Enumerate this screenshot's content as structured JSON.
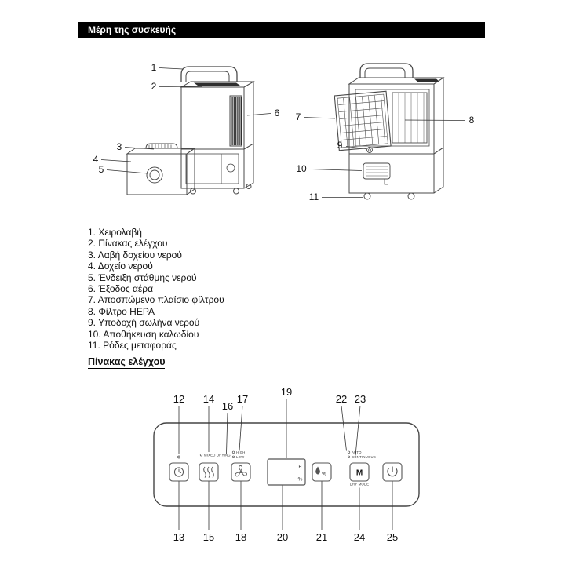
{
  "header": {
    "title": "Μέρη της συσκευής"
  },
  "parts": [
    {
      "num": "1.",
      "label": "Χειρολαβή"
    },
    {
      "num": "2.",
      "label": "Πίνακας ελέγχου"
    },
    {
      "num": "3.",
      "label": "Λαβή δοχείου νερού"
    },
    {
      "num": "4.",
      "label": "Δοχείο νερού"
    },
    {
      "num": "5.",
      "label": "Ένδειξη στάθμης νερού"
    },
    {
      "num": "6.",
      "label": "Έξοδος αέρα"
    },
    {
      "num": "7.",
      "label": "Αποσπώμενο πλαίσιο φίλτρου"
    },
    {
      "num": "8.",
      "label": "Φίλτρο HEPA"
    },
    {
      "num": "9.",
      "label": "Υποδοχή σωλήνα νερού"
    },
    {
      "num": "10.",
      "label": "Αποθήκευση καλωδίου"
    },
    {
      "num": "11.",
      "label": "Ρόδες μεταφοράς"
    }
  ],
  "diagram": {
    "front_callouts": {
      "c1": "1",
      "c2": "2",
      "c3": "3",
      "c4": "4",
      "c5": "5",
      "c6": "6"
    },
    "back_callouts": {
      "c7": "7",
      "c8": "8",
      "c9": "9",
      "c10": "10",
      "c11": "11"
    }
  },
  "control_panel": {
    "heading": "Πίνακας ελέγχου",
    "callouts": {
      "c12": "12",
      "c13": "13",
      "c14": "14",
      "c15": "15",
      "c16": "16",
      "c17": "17",
      "c18": "18",
      "c19": "19",
      "c20": "20",
      "c21": "21",
      "c22": "22",
      "c23": "23",
      "c24": "24",
      "c25": "25"
    },
    "indicators": {
      "mixed_drying": "MIXED DRYING",
      "high": "HIGH",
      "low": "LOW",
      "auto": "AUTO",
      "continuous": "CONTINUOUS"
    },
    "display": {
      "h": "H",
      "percent": "%"
    },
    "mode_button": {
      "letter": "M",
      "sub_label": "DRY MODE"
    },
    "humidity_button": {
      "percent": "%"
    }
  }
}
